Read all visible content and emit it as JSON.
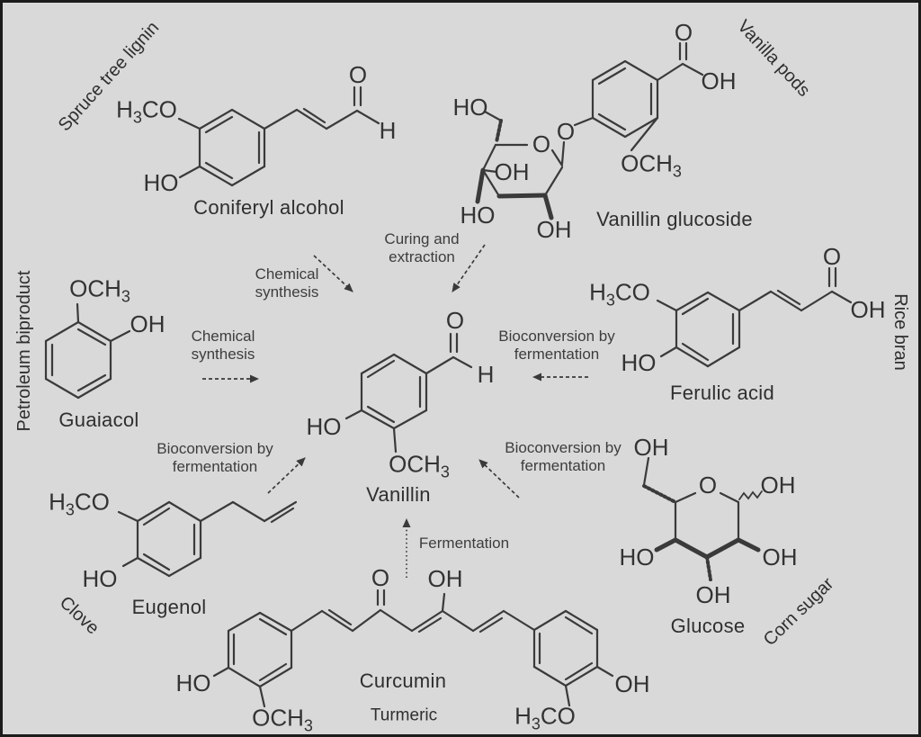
{
  "colors": {
    "background": "#d9d9d9",
    "ink": "#353535",
    "border": "#1c1c1c"
  },
  "product_center": "Vanillin",
  "molecules": {
    "coniferyl_alcohol": {
      "name": "Coniferyl alcohol",
      "source": "Spruce tree lignin",
      "groups": {
        "methoxy": {
          "pre": "H",
          "sub": "3",
          "post": "CO"
        },
        "hydroxyl": {
          "pre": "HO"
        },
        "carbonyl_oxygen": {
          "pre": "O"
        },
        "aldehyde_hydrogen": {
          "pre": "H"
        }
      }
    },
    "vanillin_glucoside": {
      "name": "Vanillin glucoside",
      "source": "Vanilla pods",
      "groups": {
        "carboxyl_oxygen": {
          "pre": "O"
        },
        "carboxyl_hydroxyl": {
          "pre": "OH"
        },
        "methoxy": {
          "pre": "OCH",
          "sub": "3"
        },
        "glycosidic_oxygen": {
          "pre": "O"
        },
        "ring_oxygen": {
          "pre": "O"
        },
        "ch2oh_hydroxyl": {
          "pre": "HO"
        },
        "inner_hydroxyl": {
          "pre": "OH"
        },
        "bottom_left_hydroxyl": {
          "pre": "HO"
        },
        "bottom_hydroxyl": {
          "pre": "OH"
        }
      }
    },
    "guaiacol": {
      "name": "Guaiacol",
      "source": "Petroleum biproduct",
      "groups": {
        "methoxy": {
          "pre": "OCH",
          "sub": "3"
        },
        "hydroxyl": {
          "pre": "OH"
        }
      }
    },
    "vanillin": {
      "name": "Vanillin",
      "groups": {
        "carbonyl_oxygen": {
          "pre": "O"
        },
        "aldehyde_hydrogen": {
          "pre": "H"
        },
        "hydroxyl": {
          "pre": "HO"
        },
        "methoxy": {
          "pre": "OCH",
          "sub": "3"
        }
      }
    },
    "ferulic_acid": {
      "name": "Ferulic acid",
      "source": "Rice bran",
      "groups": {
        "methoxy": {
          "pre": "H",
          "sub": "3",
          "post": "CO"
        },
        "carboxyl_oxygen": {
          "pre": "O"
        },
        "carboxyl_hydroxyl": {
          "pre": "OH"
        },
        "hydroxyl": {
          "pre": "HO"
        }
      }
    },
    "eugenol": {
      "name": "Eugenol",
      "source": "Clove",
      "groups": {
        "methoxy": {
          "pre": "H",
          "sub": "3",
          "post": "CO"
        },
        "hydroxyl": {
          "pre": "HO"
        }
      }
    },
    "glucose": {
      "name": "Glucose",
      "source": "Corn sugar",
      "groups": {
        "ch2oh_hydroxyl": {
          "pre": "OH"
        },
        "ring_oxygen": {
          "pre": "O"
        },
        "anomeric_hydroxyl": {
          "pre": "OH"
        },
        "c2_hydroxyl": {
          "pre": "OH"
        },
        "c3_hydroxyl": {
          "pre": "OH"
        },
        "c4_hydroxyl": {
          "pre": "HO"
        }
      }
    },
    "curcumin": {
      "name": "Curcumin",
      "source": "Turmeric",
      "groups": {
        "carbonyl_oxygen": {
          "pre": "O"
        },
        "enol_hydroxyl": {
          "pre": "OH"
        },
        "left_hydroxyl": {
          "pre": "HO"
        },
        "left_methoxy": {
          "pre": "OCH",
          "sub": "3"
        },
        "right_hydroxyl": {
          "pre": "OH"
        },
        "right_methoxy": {
          "pre": "H",
          "sub": "3",
          "post": "CO"
        }
      }
    }
  },
  "processes": {
    "coniferyl_route": {
      "line1": "Chemical",
      "line2": "synthesis"
    },
    "glucoside_route": {
      "line1": "Curing and",
      "line2": "extraction"
    },
    "guaiacol_route": {
      "line1": "Chemical",
      "line2": "synthesis"
    },
    "ferulic_route": {
      "line1": "Bioconversion by",
      "line2": "fermentation"
    },
    "glucose_route": {
      "line1": "Bioconversion by",
      "line2": "fermentation"
    },
    "eugenol_route": {
      "line1": "Bioconversion by",
      "line2": "fermentation"
    },
    "curcumin_route": {
      "line1": "Fermentation"
    }
  }
}
